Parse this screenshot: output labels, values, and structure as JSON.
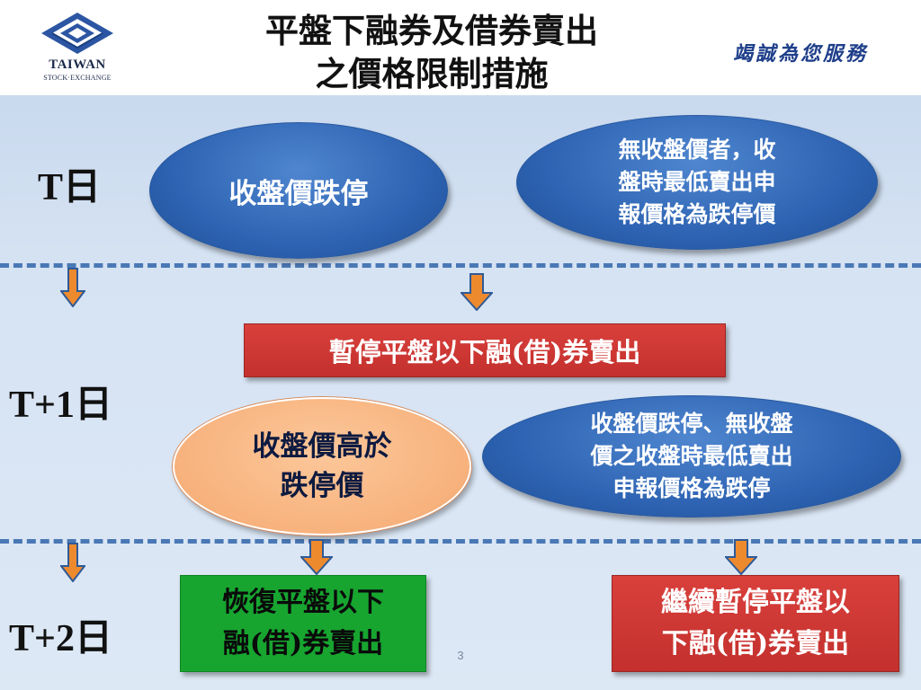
{
  "header": {
    "logo_word": "TAIWAN",
    "logo_sub": "STOCK·EXCHANGE",
    "title_line1": "平盤下融券及借券賣出",
    "title_line2": "之價格限制措施",
    "slogan": "竭誠為您服務"
  },
  "days": {
    "t0": "T日",
    "t1": "T+1日",
    "t2": "T+2日"
  },
  "nodes": {
    "t0_close_limit_down": "收盤價跌停",
    "t0_no_close": [
      "無收盤價者，收",
      "盤時最低賣出申",
      "報價格為跌停價"
    ],
    "t1_suspend": "暫停平盤以下融(借)券賣出",
    "t1_close_above": [
      "收盤價高於",
      "跌停價"
    ],
    "t1_close_limit_down": [
      "收盤價跌停、無收盤",
      "價之收盤時最低賣出",
      "申報價格為跌停"
    ],
    "t2_resume": [
      "恢復平盤以下",
      "融(借)券賣出"
    ],
    "t2_continue": [
      "繼續暫停平盤以",
      "下融(借)券賣出"
    ]
  },
  "page_number": "3",
  "colors": {
    "blue_ellipse": "#2d63b2",
    "peach_ellipse": "#f7b27d",
    "red_box": "#c3302d",
    "green_box": "#17a530",
    "arrow_fill": "#ee8a2e",
    "dash_line": "#4a78b5"
  }
}
